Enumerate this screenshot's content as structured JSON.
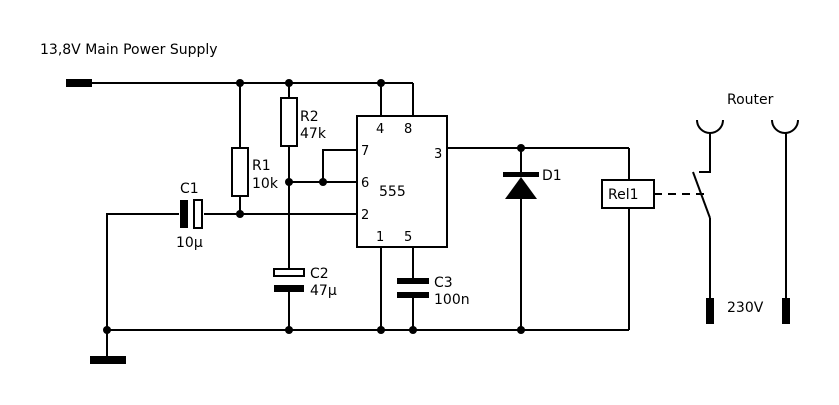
{
  "title": "13,8V Main Power Supply",
  "ic": {
    "name": "555",
    "pins": {
      "p1": "1",
      "p2": "2",
      "p3": "3",
      "p4": "4",
      "p5": "5",
      "p6": "6",
      "p7": "7",
      "p8": "8"
    }
  },
  "components": {
    "r1": {
      "ref": "R1",
      "value": "10k"
    },
    "r2": {
      "ref": "R2",
      "value": "47k"
    },
    "c1": {
      "ref": "C1",
      "value": "10µ"
    },
    "c2": {
      "ref": "C2",
      "value": "47µ"
    },
    "c3": {
      "ref": "C3",
      "value": "100n"
    },
    "d1": {
      "ref": "D1"
    },
    "relay": {
      "ref": "Rel1"
    }
  },
  "router": {
    "label": "Router"
  },
  "mains": {
    "label": "230V"
  },
  "colors": {
    "line": "#000000",
    "background": "#ffffff"
  }
}
